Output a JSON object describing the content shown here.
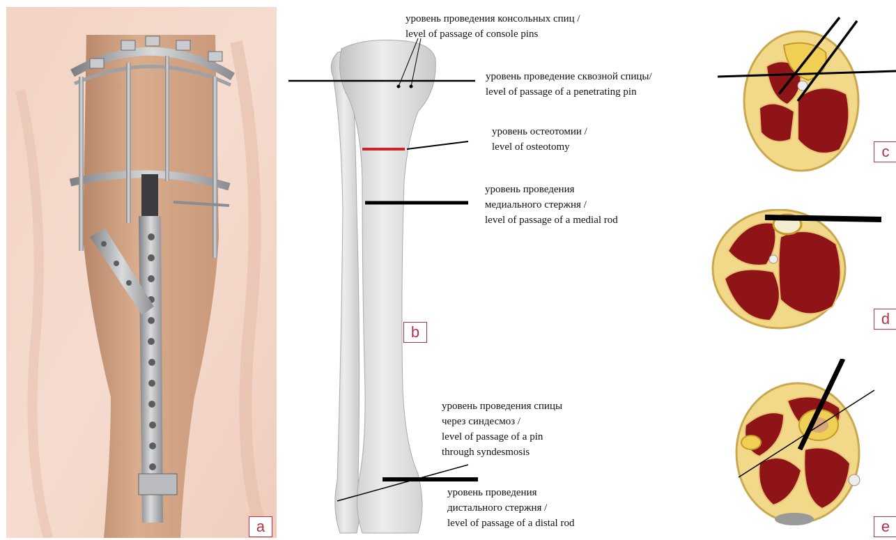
{
  "panels": {
    "a": "a",
    "b": "b",
    "c": "c",
    "d": "d",
    "e": "e"
  },
  "labels": {
    "console_pins": [
      "уровень проведения консольных спиц /",
      "level of passage of console pins"
    ],
    "penetrating_pin": [
      "уровень проведение сквозной спицы/",
      "level of passage of a penetrating pin"
    ],
    "osteotomy": [
      "уровень остеотомии /",
      "level of osteotomy"
    ],
    "medial_rod": [
      "уровень проведения",
      "медиального стержня /",
      " level of passage of a medial rod"
    ],
    "syndesmosis_pin": [
      "уровень проведения спицы",
      "через синдесмоз /",
      "level of passage of a pin",
      "through syndesmosis"
    ],
    "distal_rod": [
      "уровень проведения",
      "дистального стержня /",
      "level of passage of a distal rod"
    ]
  },
  "colors": {
    "tag_border": "#b6304a",
    "muscle": "#8e1418",
    "fat": "#f2d98a",
    "bone": "#e9d9c5",
    "osteotomy_line": "#d0202a",
    "skin_photo": "#e6bfa3"
  }
}
